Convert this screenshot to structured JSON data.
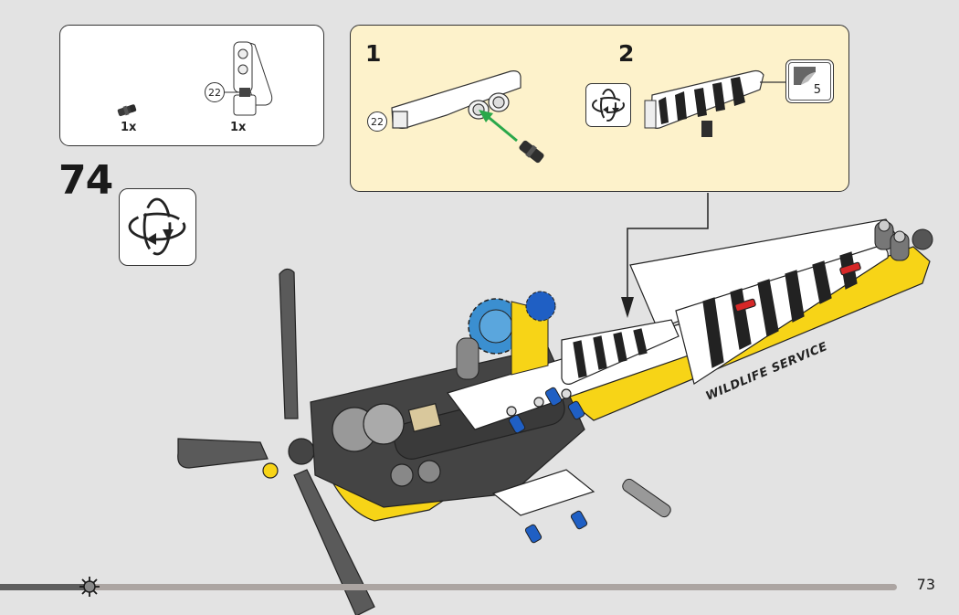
{
  "page": {
    "page_number": "73",
    "step_number": "74",
    "progress_percent": 10
  },
  "parts_list": {
    "items": [
      {
        "name": "black-friction-pin-with-axle",
        "quantity": "1x"
      },
      {
        "name": "white-panel-assembly",
        "quantity": "1x",
        "label": "22"
      }
    ]
  },
  "callout": {
    "substeps": [
      {
        "number": "1",
        "part_label": "22",
        "action": "insert pin"
      },
      {
        "number": "2",
        "sticker": "5",
        "action": "rotate and apply sticker"
      }
    ]
  },
  "model": {
    "decal_text": "WILDLIFE SERVICE"
  },
  "icons": {
    "rotate": "rotate-model-icon",
    "sticker": "sticker-icon",
    "progress_marker": "sun-icon"
  },
  "colors": {
    "background": "#e3e3e3",
    "callout_bg": "#fdf2cb",
    "yellow": "#f7d417",
    "blue": "#1f5fc4",
    "arrow_green": "#2aa84a",
    "dark_grey": "#3d3d3d"
  }
}
